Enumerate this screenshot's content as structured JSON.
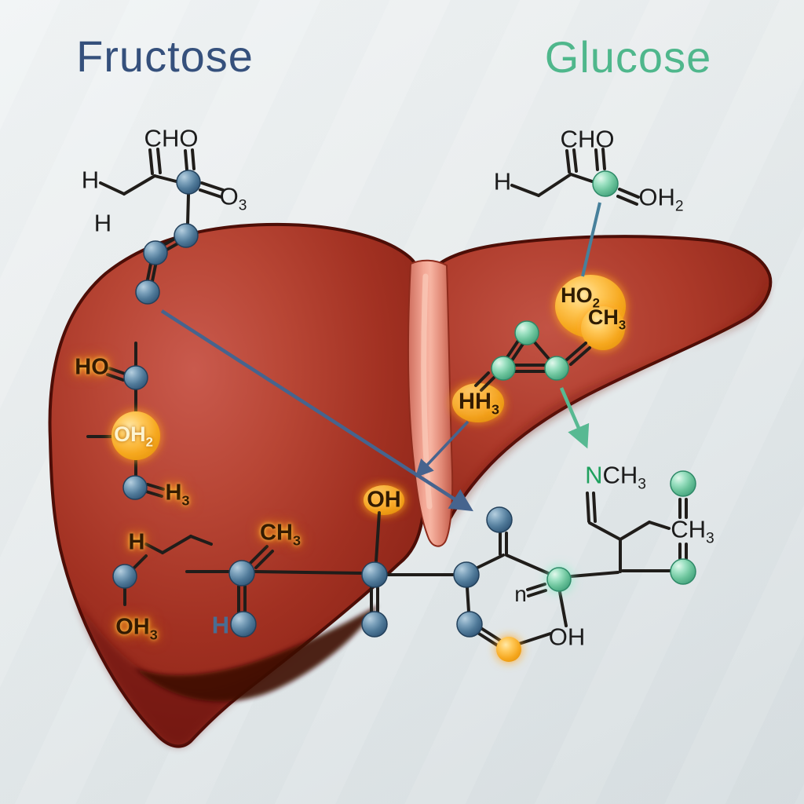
{
  "titles": {
    "fructose": "Fructose",
    "glucose": "Glucose"
  },
  "fructose": {
    "top": {
      "cho": "CHO",
      "h_upper": "H",
      "h_lower": "H",
      "o": "O",
      "o_sub": "3"
    },
    "mid": {
      "ho": "HO",
      "oh": "OH",
      "oh_sub": "2",
      "h": "H",
      "h_sub": "3"
    },
    "bottom": {
      "h": "H",
      "oh": "OH",
      "oh_sub": "3",
      "ch": "CH",
      "ch_sub": "3",
      "h_blue": "H"
    },
    "product": {
      "oh_top": "OH",
      "n": "n",
      "oh_right": "OH"
    }
  },
  "glucose": {
    "top": {
      "cho": "CHO",
      "h": "H",
      "oh": "OH",
      "oh_sub": "2"
    },
    "mid": {
      "ho": "HO",
      "ho_sub": "2",
      "ch": "CH",
      "ch_sub": "3",
      "hh": "HH",
      "hh_sub": "3"
    },
    "product": {
      "n": "N",
      "nch": "CH",
      "nch_sub": "3",
      "ch": "CH",
      "ch_sub": "3"
    }
  },
  "colors": {
    "fructose_title": "#35507c",
    "glucose_title": "#4fb78c",
    "liver_fill": "#a83325",
    "liver_outline": "#4d0e07",
    "ligament": "#f3a795",
    "fructose_node": "#3c6183",
    "glucose_node": "#57b48c",
    "highlight_node": "#f09406",
    "arrow_blue": "#46648e",
    "arrow_green": "#57b992",
    "background": "#e7ebed"
  }
}
